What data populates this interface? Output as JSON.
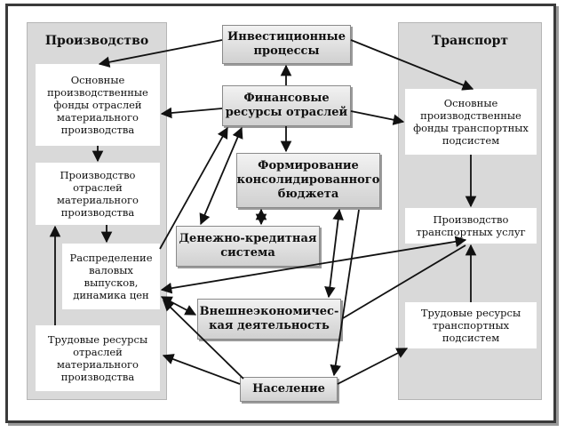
{
  "panels": {
    "production": {
      "title": "Производство"
    },
    "transport": {
      "title": "Транспорт"
    }
  },
  "boxes": {
    "investment": "Инвестиционные\nпроцессы",
    "finance": "Финансовые\nресурсы отраслей",
    "budget": "Формирование\nконсолидированного\nбюджета",
    "monetary": "Денежно-кредитная\nсистема",
    "foreign": "Внешнеэкономичес-\nкая деятельность",
    "population": "Население",
    "prod_assets": "Основные\nпроизводственные\nфонды отраслей\nматериального\nпроизводства",
    "prod_output": "Производство\nотраслей\nматериального\nпроизводства",
    "distribution": "Распределение\nваловых\nвыпусков,\nдинамика цен",
    "prod_labor": "Трудовые ресурсы\nотраслей\nматериального\nпроизводства",
    "trans_assets": "Основные\nпроизводственные\nфонды транспортных\nподсистем",
    "trans_services": "Производство\nтранспортных услуг",
    "trans_labor": "Трудовые ресурсы\nтранспортных\nподсистем"
  },
  "colors": {
    "panel": "#d9d9d9",
    "line": "#111111",
    "frame": "#3a3a3a"
  }
}
